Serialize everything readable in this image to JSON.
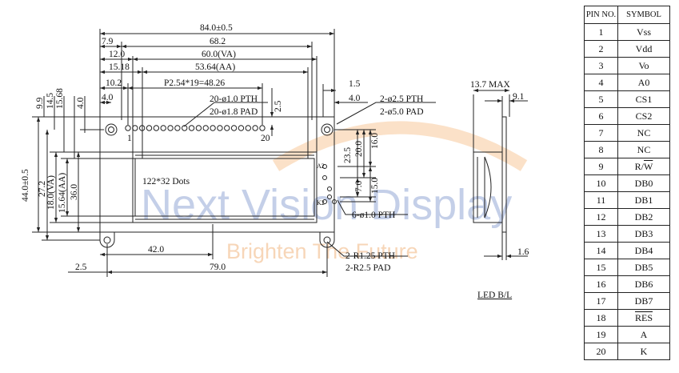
{
  "colors": {
    "line": "#222222",
    "watermark_text": "#c4cfe8",
    "watermark_arc": "#fbe1c8",
    "watermark_sub": "#f7d6b8"
  },
  "watermark": {
    "title": "Next Vision Display",
    "subtitle": "Brighten The Future"
  },
  "front_view": {
    "width_total": "84.0±0.5",
    "mount_pitch": "79.0",
    "d_7_9": "7.9",
    "d_68_2": "68.2",
    "d_12_0": "12.0",
    "va_width": "60.0(VA)",
    "d_15_18": "15.18",
    "aa_width": "53.64(AA)",
    "d_10_2": "10.2",
    "pin_pitch": "P2.54*19=48.26",
    "d_4_0": "4.0",
    "pin_pth": "20-ø1.0 PTH",
    "pin_pad": "20-ø1.8 PAD",
    "d_2_5": "2.5",
    "pin1": "1",
    "pin20": "20",
    "d_1_5": "1.5",
    "d_4_0_right": "4.0",
    "hole_pth": "2-ø2.5 PTH",
    "hole_pad": "2-ø5.0 PAD",
    "dots": "122*32 Dots",
    "led_a2": "A2",
    "led_k2": "K2",
    "bl_pth": "6-ø1.0 PTH",
    "d_23_5": "23.5",
    "d_20_0": "20.0",
    "d_16_0": "16.0",
    "d_7_0": "7.0",
    "d_15_0": "15.0",
    "d_42_0": "42.0",
    "d_2_5_left": "2.5",
    "slot_pth": "2-R1.25 PTH",
    "slot_pad": "2-R2.5 PAD",
    "d_9_9": "9.9",
    "d_14_5": "14.5",
    "d_15_68": "15.68",
    "d_4_0_v": "4.0",
    "height_total": "44.0±0.5",
    "d_27_2": "27.2",
    "va_height": "18.0(VA)",
    "aa_height": "15.64(AA)",
    "d_36_0": "36.0"
  },
  "side_view": {
    "max_thickness": "13.7 MAX",
    "d_9_1": "9.1",
    "d_1_6": "1.6"
  },
  "led_label": "LED B/L",
  "pin_table": {
    "headers": [
      "PIN NO.",
      "SYMBOL"
    ],
    "rows": [
      {
        "no": "1",
        "sym": "Vss"
      },
      {
        "no": "2",
        "sym": "Vdd"
      },
      {
        "no": "3",
        "sym": "Vo"
      },
      {
        "no": "4",
        "sym": "A0"
      },
      {
        "no": "5",
        "sym": "CS1"
      },
      {
        "no": "6",
        "sym": "CS2"
      },
      {
        "no": "7",
        "sym": "NC"
      },
      {
        "no": "8",
        "sym": "NC"
      },
      {
        "no": "9",
        "sym": "R/W"
      },
      {
        "no": "10",
        "sym": "DB0"
      },
      {
        "no": "11",
        "sym": "DB1"
      },
      {
        "no": "12",
        "sym": "DB2"
      },
      {
        "no": "13",
        "sym": "DB3"
      },
      {
        "no": "14",
        "sym": "DB4"
      },
      {
        "no": "15",
        "sym": "DB5"
      },
      {
        "no": "16",
        "sym": "DB6"
      },
      {
        "no": "17",
        "sym": "DB7"
      },
      {
        "no": "18",
        "sym": "RES"
      },
      {
        "no": "19",
        "sym": "A"
      },
      {
        "no": "20",
        "sym": "K"
      }
    ]
  }
}
